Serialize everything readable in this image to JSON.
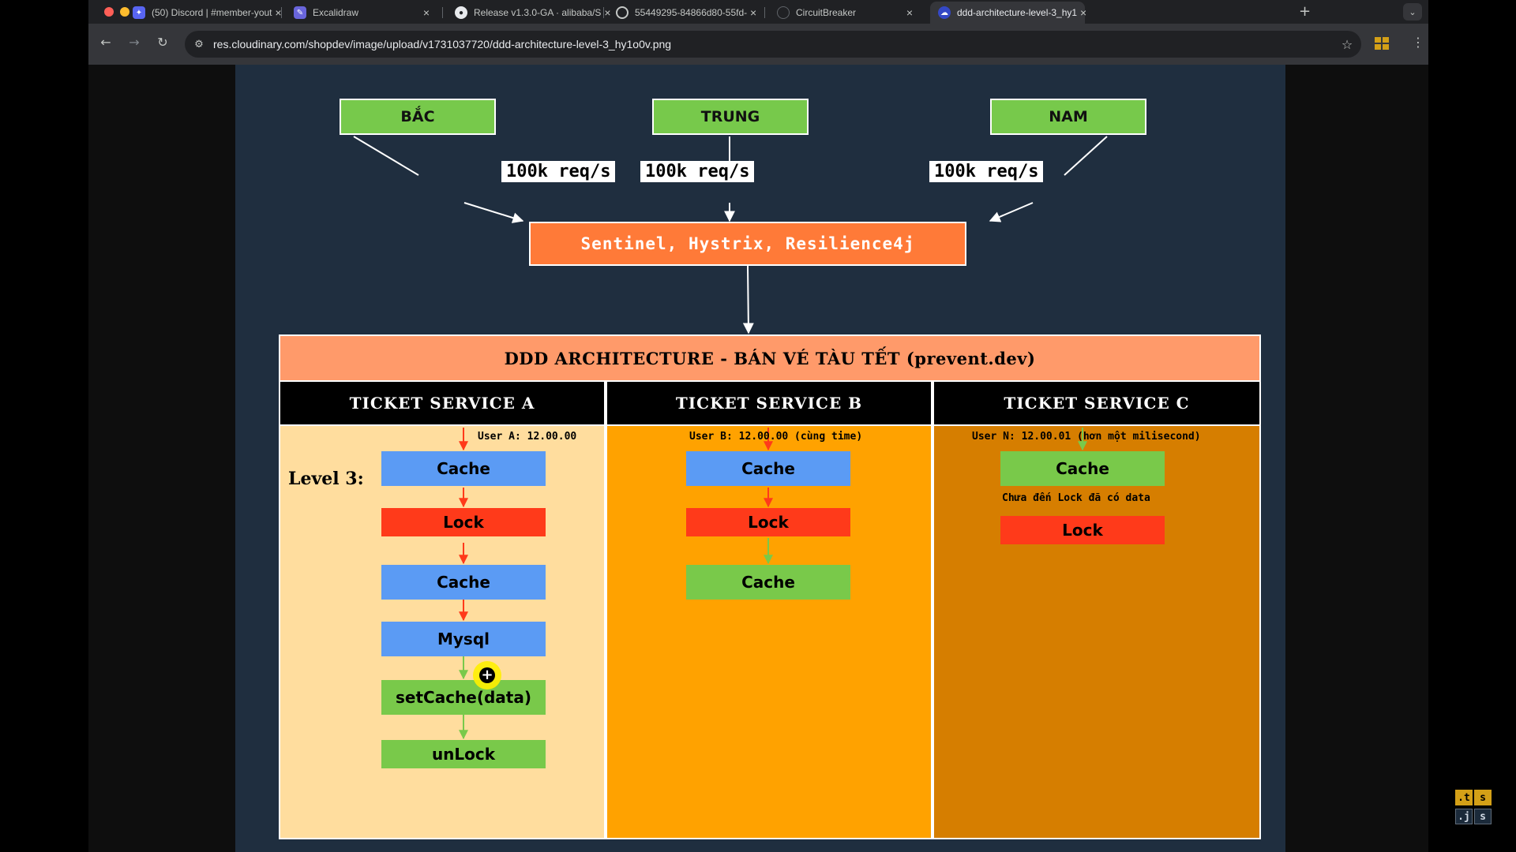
{
  "browser": {
    "tabs": [
      {
        "title": "(50) Discord | #member-yout",
        "icon": "discord-icon",
        "color": "#5865f2",
        "badge": "50"
      },
      {
        "title": "Excalidraw",
        "icon": "excalidraw-icon",
        "color": "#6965db"
      },
      {
        "title": "Release v1.3.0-GA · alibaba/S",
        "icon": "github-icon",
        "color": "#e8eaed"
      },
      {
        "title": "55449295-84866d80-55fd-",
        "icon": "globe-icon",
        "color": "#e8eaed"
      },
      {
        "title": "CircuitBreaker",
        "icon": "circuit-icon",
        "color": "#202124"
      },
      {
        "title": "ddd-architecture-level-3_hy1",
        "icon": "cloudinary-icon",
        "color": "#3448c5"
      }
    ],
    "active_tab": 5,
    "close_glyph": "×",
    "new_tab_glyph": "+",
    "url": "res.cloudinary.com/shopdev/image/upload/v1731037720/ddd-architecture-level-3_hy1o0v.png"
  },
  "diagram": {
    "regions": [
      "BẮC",
      "TRUNG",
      "NAM"
    ],
    "rate_label": "100k req/s",
    "gateway": "Sentinel, Hystrix, Resilience4j",
    "title": "DDD ARCHITECTURE - BÁN VÉ TÀU TẾT (prevent.dev)",
    "services": {
      "a": {
        "name": "TICKET SERVICE A",
        "user_note": "User A: 12.00.00",
        "level_label": "Level 3:",
        "steps": [
          "Cache",
          "Lock",
          "Cache",
          "Mysql",
          "setCache(data)",
          "unLock"
        ]
      },
      "b": {
        "name": "TICKET SERVICE B",
        "user_note": "User B: 12.00.00 (cùng time)",
        "steps": [
          "Cache",
          "Lock",
          "Cache"
        ]
      },
      "c": {
        "name": "TICKET SERVICE C",
        "user_note": "User N: 12.00.01 (hơn một milisecond)",
        "steps": [
          "Cache",
          "Lock"
        ],
        "mid_note": "Chưa đến Lock đã có data"
      }
    },
    "colors": {
      "background": "#1f2e3f",
      "col_a": "#ffdd9e",
      "col_b": "#ffa200",
      "col_c": "#d67e00",
      "arrow_red": "#ff3a1a",
      "arrow_green": "#79c94a"
    }
  },
  "overlay": {
    "badges": [
      ".t",
      "s",
      ".j",
      "s"
    ]
  }
}
